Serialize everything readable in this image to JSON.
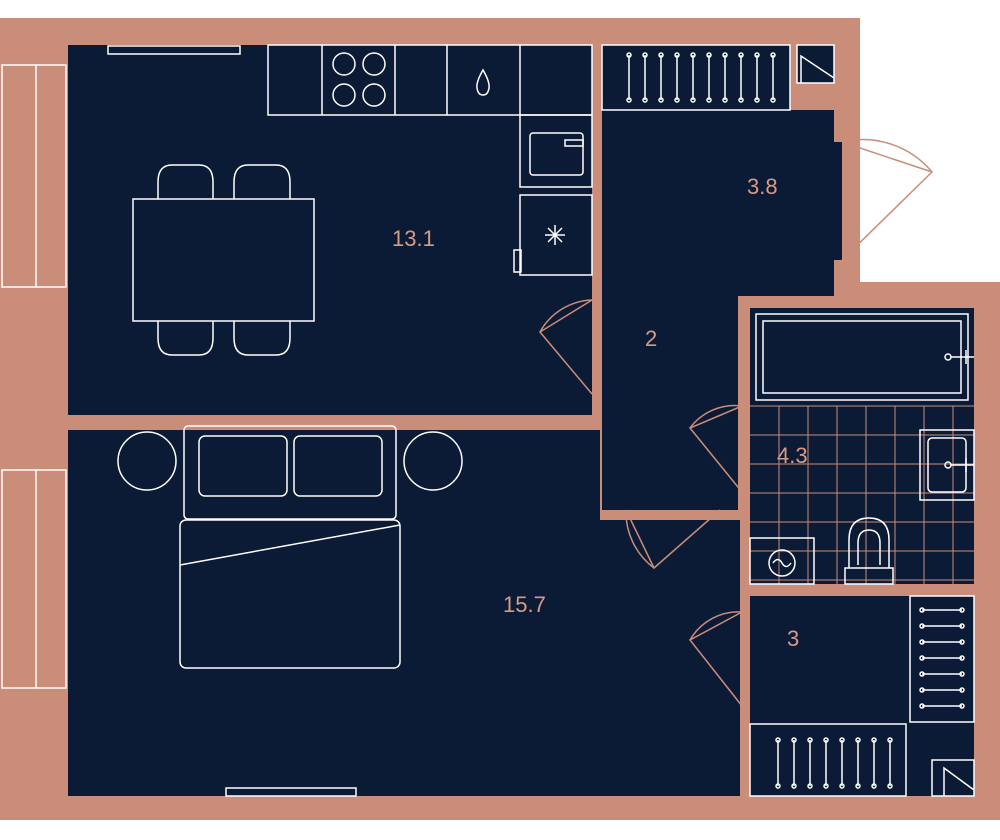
{
  "colors": {
    "wall": "#c98d7a",
    "floor": "#0c1b35",
    "line": "#ffffff",
    "label": "#d89a86",
    "background": "#ffffff"
  },
  "rooms": [
    {
      "id": "kitchen",
      "area": "13.1"
    },
    {
      "id": "entrance-closet",
      "area": "3.8"
    },
    {
      "id": "hallway",
      "area": "2"
    },
    {
      "id": "bathroom",
      "area": "4.3"
    },
    {
      "id": "bedroom",
      "area": "15.7"
    },
    {
      "id": "storage",
      "area": "3"
    }
  ],
  "furniture": [
    "stove-icon",
    "sink-icon",
    "oven-icon",
    "fridge-icon",
    "dining-table",
    "dining-chair",
    "bed",
    "nightstand",
    "bathtub",
    "washbasin",
    "toilet",
    "washing-machine",
    "wardrobe",
    "window",
    "door-swing"
  ]
}
